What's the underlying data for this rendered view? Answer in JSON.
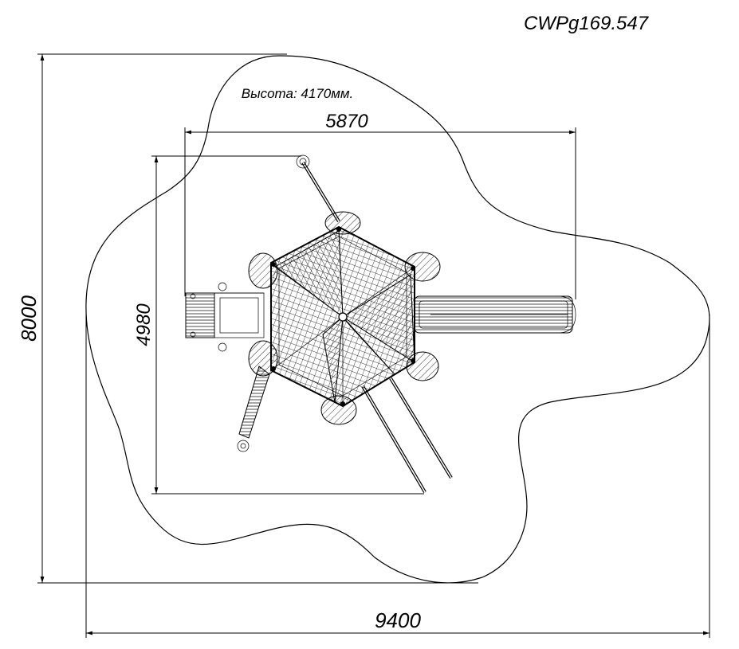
{
  "drawing": {
    "code": "CWPg169.547",
    "height_note": "Высота: 4170мм.",
    "dim_total_width": "9400",
    "dim_total_height": "8000",
    "dim_equipment_width": "5870",
    "dim_equipment_height": "4980"
  }
}
